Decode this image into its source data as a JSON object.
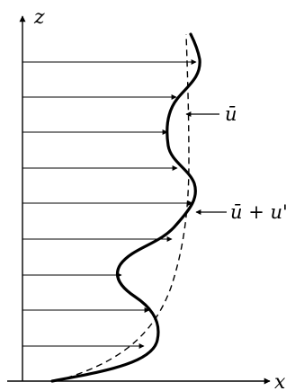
{
  "axes": {
    "vertical_label": "z",
    "horizontal_label": "x"
  },
  "annotations": {
    "mean_label": "ū",
    "total_label": "ū + u'"
  },
  "colors": {
    "ink": "#000000",
    "background": "#ffffff"
  }
}
